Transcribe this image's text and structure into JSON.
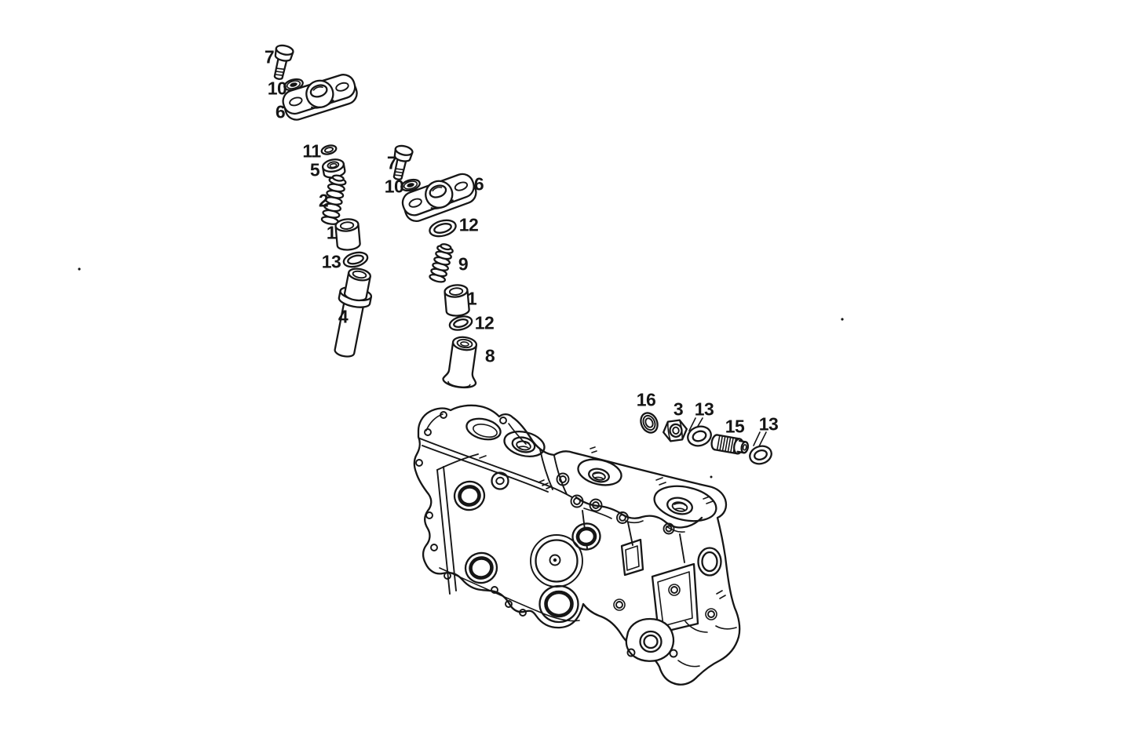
{
  "page": {
    "background_color": "#ffffff",
    "ink_color": "#161616"
  },
  "figure": {
    "kind": "exploded-parts-line-drawing",
    "subject": "engine cylinder head tappet and valve components with housing block",
    "callouts": [
      {
        "id": "bolt-upper",
        "label": "7"
      },
      {
        "id": "washer-upper",
        "label": "10"
      },
      {
        "id": "bracket-upper",
        "label": "6"
      },
      {
        "id": "snap-ring",
        "label": "11"
      },
      {
        "id": "cap",
        "label": "5"
      },
      {
        "id": "spring-left",
        "label": "2"
      },
      {
        "id": "tappet-left",
        "label": "1"
      },
      {
        "id": "oring-left",
        "label": "13"
      },
      {
        "id": "guide-sleeve",
        "label": "4"
      },
      {
        "id": "bolt-lower",
        "label": "7"
      },
      {
        "id": "washer-lower",
        "label": "10"
      },
      {
        "id": "bracket-lower",
        "label": "6"
      },
      {
        "id": "oring-mid-upper",
        "label": "12"
      },
      {
        "id": "spring-right",
        "label": "9"
      },
      {
        "id": "tappet-right",
        "label": "1"
      },
      {
        "id": "oring-mid-lower",
        "label": "12"
      },
      {
        "id": "sleeve",
        "label": "8"
      },
      {
        "id": "seal",
        "label": "16"
      },
      {
        "id": "nut",
        "label": "3"
      },
      {
        "id": "oring-fitting-left",
        "label": "13"
      },
      {
        "id": "fitting",
        "label": "15"
      },
      {
        "id": "oring-fitting-right",
        "label": "13"
      }
    ]
  }
}
